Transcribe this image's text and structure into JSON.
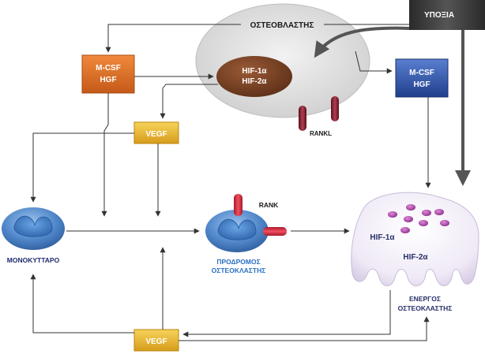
{
  "labels": {
    "hypoxia": "ΥΠΟΞΙΑ",
    "osteoblast": "ΟΣΤΕΟΒΛΑΣΤΗΣ",
    "hif_1a": "HIF-1α",
    "hif_2a": "HIF-2α",
    "mcsf": "M-CSF",
    "hgf": "HGF",
    "vegf": "VEGF",
    "rankl": "RANKL",
    "rank": "RANK",
    "monocyte": "ΜΟΝΟΚΥΤΤΑΡΟ",
    "precursor_line1": "ΠΡΟΔΡΟΜΟΣ",
    "precursor_line2": "ΟΣΤΕΟΚΛΑΣΤΗΣ",
    "active_line1": "ΕΝΕΡΓΟΣ",
    "active_line2": "ΟΣΤΕΟΚΛΑΣΤΗΣ"
  },
  "colors": {
    "background": "#000000",
    "arrow": "#3a3a3a",
    "hypoxia_box": "#3c3c3c",
    "osteoblast_cell": "#d9d9d9",
    "hif_nucleus": "#7a4326",
    "mcsf_orange": "#e0702a",
    "mcsf_blue": "#3158b0",
    "vegf_yellow": "#e8b82e",
    "receptor_red": "#c8283a",
    "rankl_maroon": "#8a2030",
    "cell_blue": "#4f86c9",
    "active_cell": "#f1ecf6",
    "vesicle_purple": "#b14cae"
  }
}
